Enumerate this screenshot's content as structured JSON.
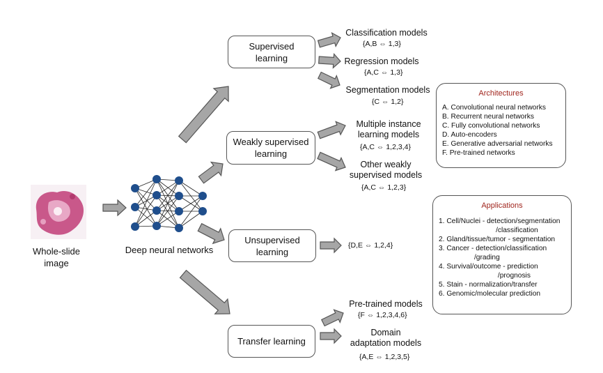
{
  "colors": {
    "arrow_fill": "#a6a6a6",
    "arrow_stroke": "#555555",
    "node": "#1f4e8c",
    "title_red": "#a0251d"
  },
  "input": {
    "label": "Whole-slide\nimage"
  },
  "network": {
    "label": "Deep neural networks"
  },
  "categories": {
    "supervised": {
      "label": "Supervised\nlearning",
      "outputs": [
        {
          "name": "Classification models",
          "codes": "{A,B ⇔ 1,3}"
        },
        {
          "name": "Regression models",
          "codes": "{A,C ⇔ 1,3}"
        },
        {
          "name": "Segmentation models",
          "codes": "{C ⇔ 1,2}"
        }
      ]
    },
    "weakly": {
      "label": "Weakly supervised\nlearning",
      "outputs": [
        {
          "name": "Multiple instance\nlearning models",
          "codes": "{A,C ⇔ 1,2,3,4}"
        },
        {
          "name": "Other weakly\nsupervised models",
          "codes": "{A,C ⇔ 1,2,3}"
        }
      ]
    },
    "unsupervised": {
      "label": "Unsupervised\nlearning",
      "outputs": [
        {
          "codes": "{D,E ⇔ 1,2,4}"
        }
      ]
    },
    "transfer": {
      "label": "Transfer learning",
      "outputs": [
        {
          "name": "Pre-trained models",
          "codes": "{F ⇔ 1,2,3,4,6}"
        },
        {
          "name": "Domain\nadaptation models",
          "codes": "{A,E ⇔ 1,2,3,5}"
        }
      ]
    }
  },
  "architectures": {
    "title": "Architectures",
    "items": [
      "A. Convolutional neural networks",
      "B. Recurrent neural networks",
      "C. Fully convolutional networks",
      "D. Auto-encoders",
      "E. Generative adversarial networks",
      "F. Pre-trained networks"
    ]
  },
  "applications": {
    "title": "Applications",
    "items": [
      "1. Cell/Nuclei - detection/segmentation\n                             /classification",
      "2. Gland/tissue/tumor - segmentation",
      "3. Cancer - detection/classification\n                  /grading",
      "4. Survival/outcome - prediction\n                              /prognosis",
      "5. Stain - normalization/transfer",
      "6. Genomic/molecular prediction"
    ]
  }
}
